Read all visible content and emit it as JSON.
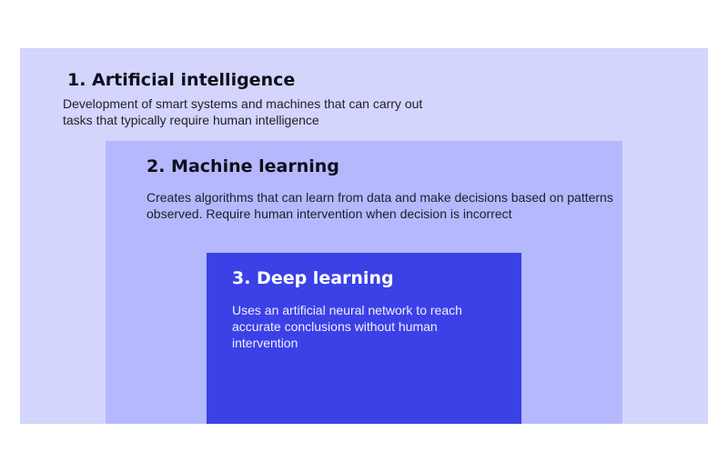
{
  "colors": {
    "background": "#ffffff",
    "ai_box": "#d4d5fd",
    "ml_box": "#b5b8fc",
    "dl_box": "#3b41e6"
  },
  "levels": [
    {
      "title": "1. Artificial intelligence",
      "description": "Development of smart systems and machines that can carry out tasks that typically require human intelligence"
    },
    {
      "title": "2. Machine learning",
      "description": "Creates algorithms that can learn from data and make decisions based on patterns observed. Require human intervention when decision is incorrect"
    },
    {
      "title": "3. Deep learning",
      "description": "Uses an artificial neural network to reach accurate conclusions without human intervention"
    }
  ]
}
